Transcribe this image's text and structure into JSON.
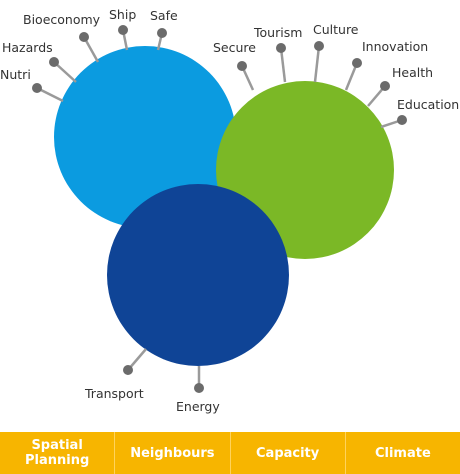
{
  "colors": {
    "light_blue_circle": "#0b9be0",
    "green_circle": "#7bb826",
    "dark_blue_circle": "#0f4496",
    "tab_bar": "#f7b500",
    "tab_text": "#ffffff",
    "pin_stem": "#9a9a9a",
    "pin_knob": "#6b6b6b"
  },
  "labels": {
    "nutri": "Nutri",
    "hazards": "Hazards",
    "bioeconomy": "Bioeconomy",
    "ship": "Ship",
    "safe": "Safe",
    "secure": "Secure",
    "tourism": "Tourism",
    "culture": "Culture",
    "innovation": "Innovation",
    "health": "Health",
    "education": "Education",
    "transport": "Transport",
    "energy": "Energy"
  },
  "tabs": [
    {
      "line1": "Spatial",
      "line2": "Planning"
    },
    {
      "line1": "Neighbours",
      "line2": ""
    },
    {
      "line1": "Capacity",
      "line2": ""
    },
    {
      "line1": "Climate",
      "line2": ""
    }
  ]
}
